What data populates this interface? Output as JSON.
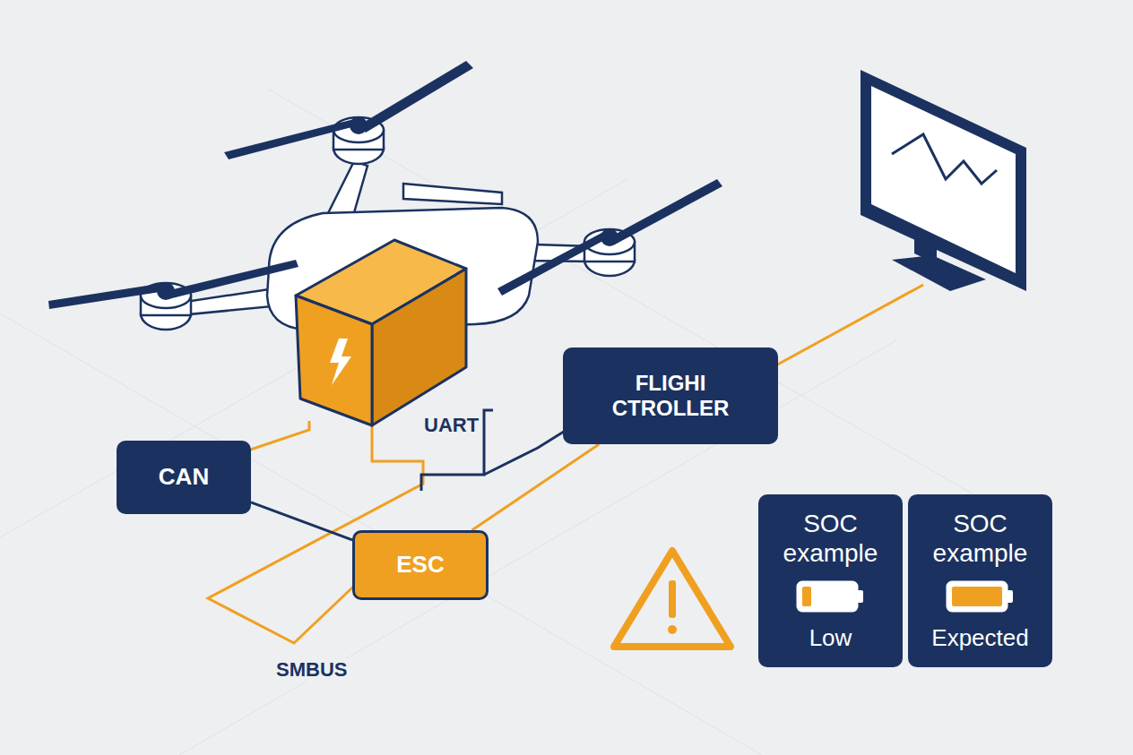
{
  "diagram": {
    "nodes": [
      {
        "text": [
          "CAN"
        ]
      },
      {
        "text": [
          "ESC"
        ]
      },
      {
        "text": [
          "FLIGHI CTROLLER"
        ]
      },
      {
        "text": [
          "SOC example",
          "Low"
        ]
      },
      {
        "text": [
          "SOC example",
          "Expected"
        ]
      }
    ],
    "edges": [
      {
        "from": 0,
        "to": 1,
        "arrow": "none"
      },
      {
        "from": 1,
        "to": 2,
        "arrow": "none"
      }
    ],
    "labels": [
      "UART",
      "SMBUS"
    ]
  }
}
